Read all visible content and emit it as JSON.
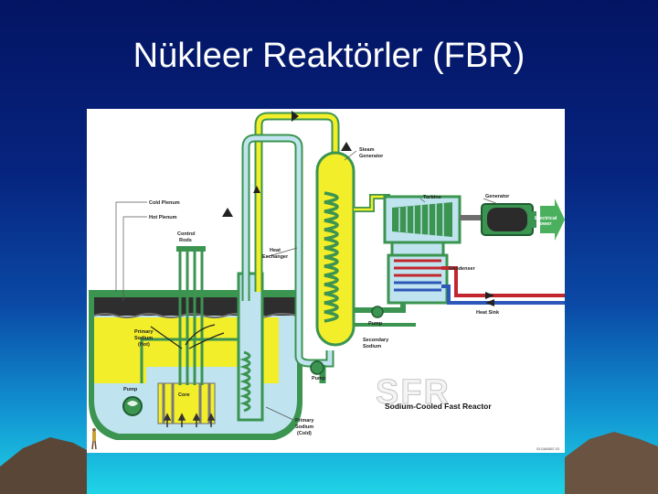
{
  "slide": {
    "title": "Nükleer Reaktörler (FBR)"
  },
  "diagram": {
    "labels": {
      "cold_plenum": "Cold Plenum",
      "hot_plenum": "Hot Plenum",
      "control_rods_1": "Control",
      "control_rods_2": "Rods",
      "heat_exchanger_1": "Heat",
      "heat_exchanger_2": "Exchanger",
      "steam_generator_1": "Steam",
      "steam_generator_2": "Generator",
      "turbine": "Turbine",
      "generator": "Generator",
      "electrical_power_1": "Electrical",
      "electrical_power_2": "Power",
      "condenser": "Condenser",
      "heat_sink": "Heat Sink",
      "pump": "Pump",
      "secondary_sodium_1": "Secondary",
      "secondary_sodium_2": "Sodium",
      "primary_sodium_hot_1": "Primary",
      "primary_sodium_hot_2": "Sodium",
      "primary_sodium_hot_3": "(Hot)",
      "core": "Core",
      "primary_sodium_cold_1": "Primary",
      "primary_sodium_cold_2": "Sodium",
      "primary_sodium_cold_3": "(Cold)",
      "sfr_logo": "SFR",
      "sfr_name": "Sodium-Cooled Fast Reactor",
      "figure_id": "03-GA50807-03"
    },
    "colors": {
      "yellow": "#f2ee2a",
      "light_blue": "#bde3ee",
      "green": "#3c9a52",
      "dark_red": "#c2262e",
      "blue": "#2d57b8"
    }
  }
}
